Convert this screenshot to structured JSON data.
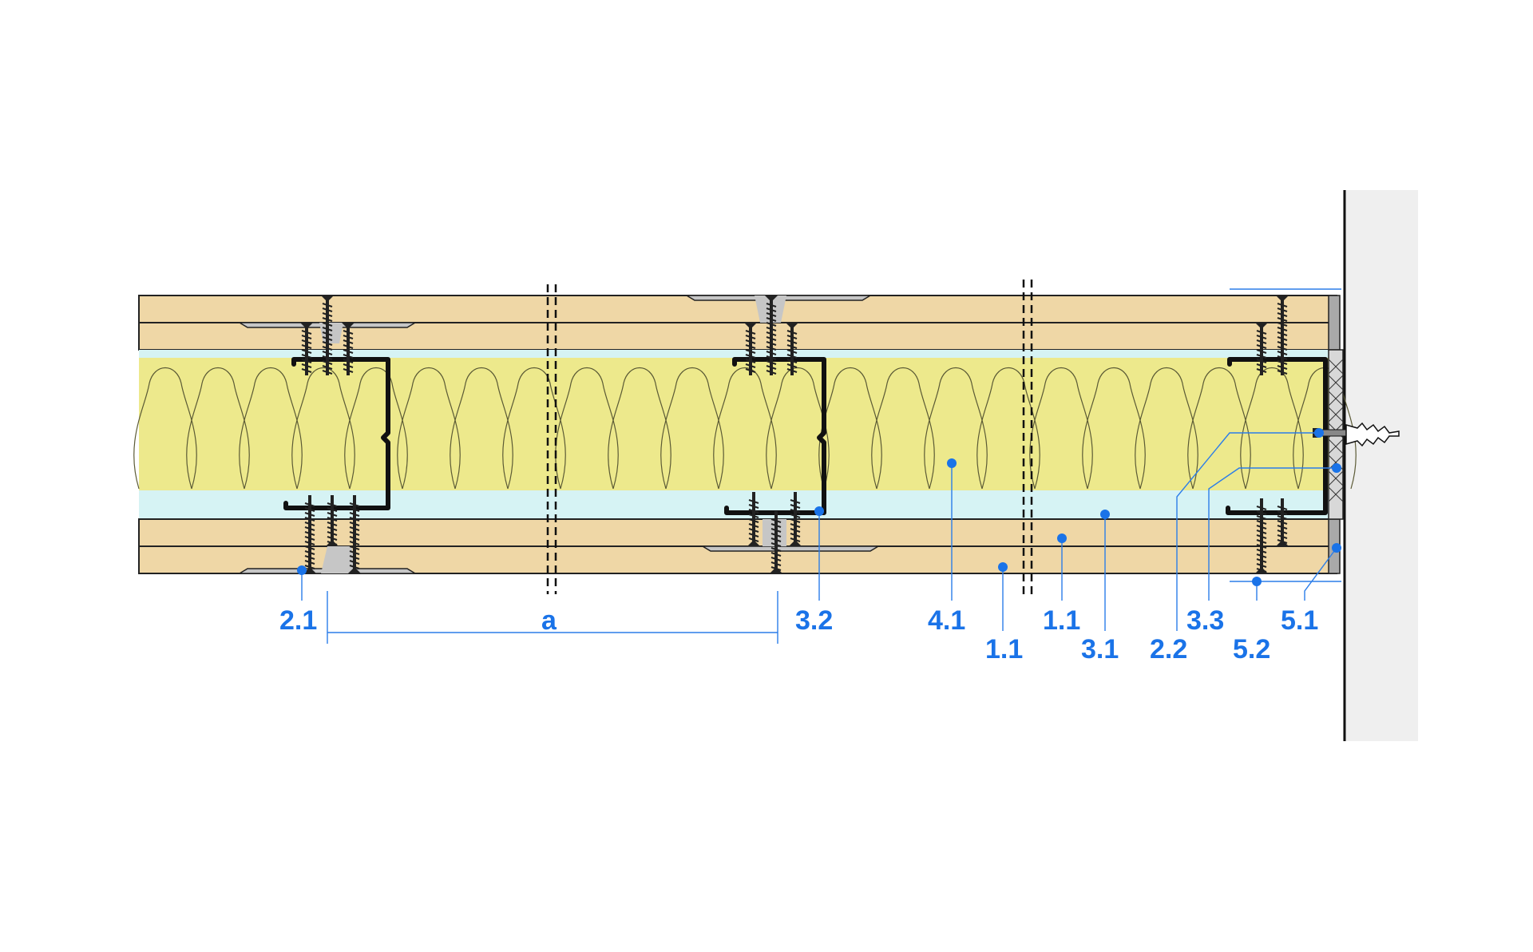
{
  "labels": [
    {
      "id": "2.1",
      "text": "2.1"
    },
    {
      "id": "a",
      "text": "a"
    },
    {
      "id": "3.2",
      "text": "3.2"
    },
    {
      "id": "4.1",
      "text": "4.1"
    },
    {
      "id": "1.1-a",
      "text": "1.1"
    },
    {
      "id": "1.1-b",
      "text": "1.1"
    },
    {
      "id": "3.1",
      "text": "3.1"
    },
    {
      "id": "2.2",
      "text": "2.2"
    },
    {
      "id": "3.3",
      "text": "3.3"
    },
    {
      "id": "5.2",
      "text": "5.2"
    },
    {
      "id": "5.1",
      "text": "5.1"
    }
  ],
  "colors": {
    "board": "#efd7a6",
    "wool": "#ede98c",
    "air_gap": "#d6f3f4",
    "label": "#1a73e8",
    "wall": "#efefef"
  },
  "icons": [
    "screw-icon",
    "wall-plug-icon",
    "c-stud-icon"
  ]
}
